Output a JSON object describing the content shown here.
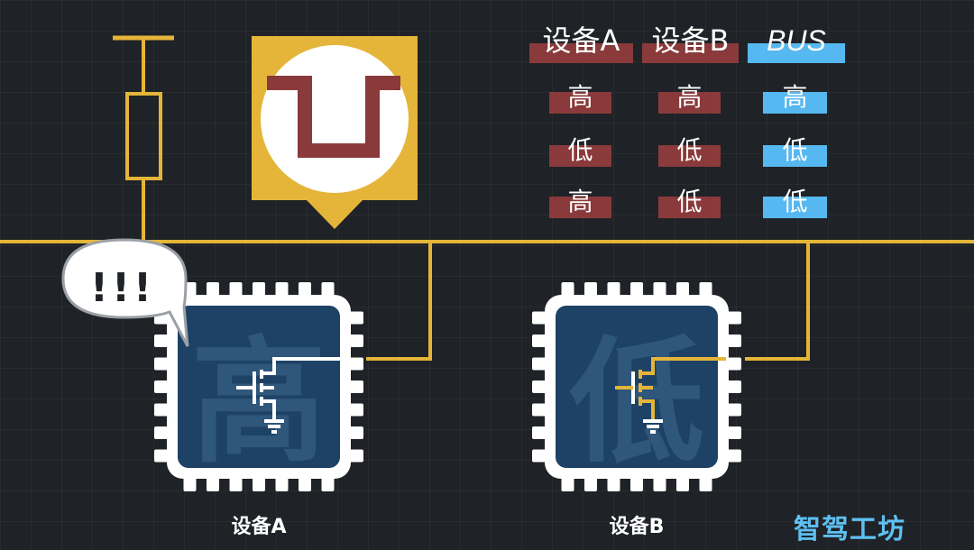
{
  "table": {
    "headers": [
      "设备A",
      "设备B",
      "BUS"
    ],
    "rows": [
      [
        "高",
        "高",
        "高"
      ],
      [
        "低",
        "低",
        "低"
      ],
      [
        "高",
        "低",
        "低"
      ]
    ]
  },
  "chips": {
    "a": {
      "state": "高",
      "label": "设备A"
    },
    "b": {
      "state": "低",
      "label": "设备B"
    }
  },
  "alert": {
    "text": "!!!"
  },
  "watermark": "智驾工坊",
  "colors": {
    "wire": "#e5b53a",
    "device_bar": "#8a3a3a",
    "bus_bar": "#55b8f0",
    "chip_face": "#1e4266",
    "waveform": "#8a3a3a",
    "pull_up_box": "#e5b53a"
  }
}
